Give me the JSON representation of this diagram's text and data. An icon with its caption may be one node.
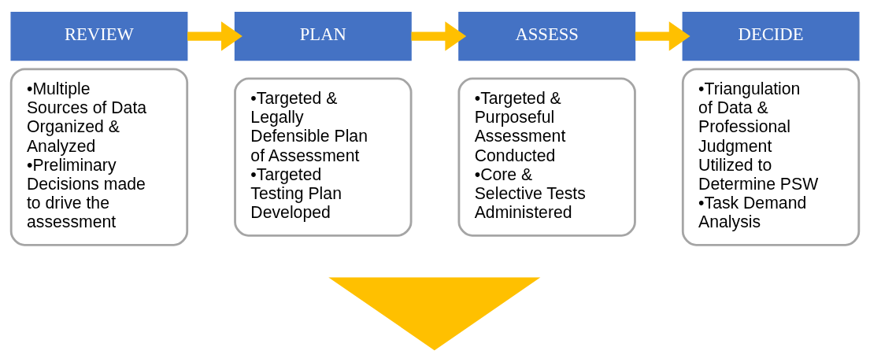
{
  "diagram": {
    "nodes": [
      {
        "text": [
          "REVIEW"
        ]
      },
      {
        "text": [
          "•Multiple Sources of Data Organized & Analyzed",
          "•Preliminary Decisions made to drive the assessment"
        ]
      },
      {
        "text": [
          "PLAN"
        ]
      },
      {
        "text": [
          "•Targeted & Legally Defensible Plan of Assessment",
          "•Targeted Testing Plan Developed"
        ]
      },
      {
        "text": [
          "ASSESS"
        ]
      },
      {
        "text": [
          "•Targeted & Purposeful Assessment Conducted",
          "•Core & Selective Tests Administered"
        ]
      },
      {
        "text": [
          "DECIDE"
        ]
      },
      {
        "text": [
          "•Triangulation of Data & Professional Judgment Utilized to Determine PSW",
          "•Task Demand Analysis"
        ]
      },
      {
        "text": [],
        "shape": "arrow"
      }
    ],
    "edges": [
      {
        "from": 0,
        "to": 2,
        "arrow": "to",
        "color": "#ffc000"
      },
      {
        "from": 2,
        "to": 4,
        "arrow": "to",
        "color": "#ffc000"
      },
      {
        "from": 4,
        "to": 6,
        "arrow": "to",
        "color": "#ffc000"
      }
    ]
  }
}
